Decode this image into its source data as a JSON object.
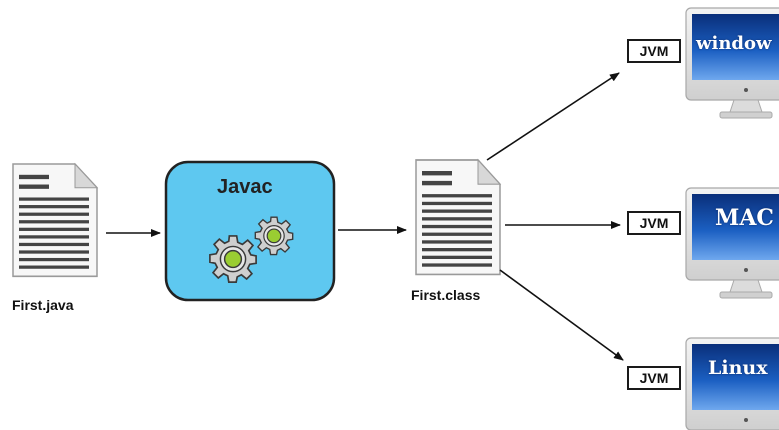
{
  "diagram": {
    "source_file": "First.java",
    "compiler": "Javac",
    "output_file": "First.class",
    "vm_label": "JVM",
    "targets": [
      "window",
      "MAC",
      "Linux"
    ]
  },
  "colors": {
    "compiler_fill": "#5ec8f0",
    "screen_blue": "#1b5fc2",
    "gear_fill": "#9acd32"
  },
  "icons": [
    "document-icon",
    "gear-icon",
    "monitor-icon",
    "arrow-icon"
  ]
}
